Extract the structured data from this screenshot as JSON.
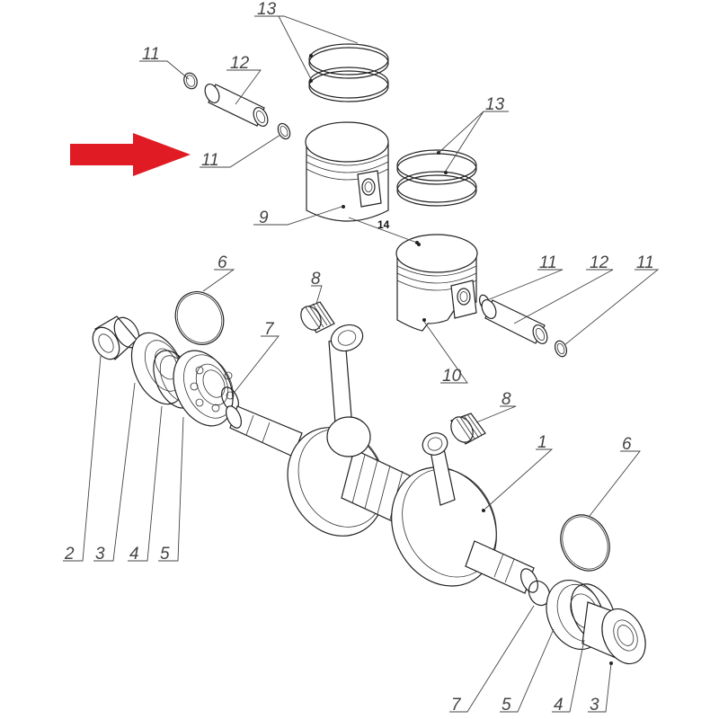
{
  "arrow_color": "#e01b24",
  "labels": {
    "ring_top": "13",
    "circlip_top": "11",
    "pin_top": "12",
    "circlip_arrow": "11",
    "piston_9": "9",
    "piston_link": "14",
    "ring_right": "13",
    "oring_left": "6",
    "bearing_8_top": "8",
    "seal_7_left": "7",
    "circlip_r1": "11",
    "pin_right": "12",
    "circlip_r2": "11",
    "piston_10": "10",
    "bearing_8_mid": "8",
    "crank_1": "1",
    "oring_right": "6",
    "sleeve_2": "2",
    "part_3_left": "3",
    "part_4_left": "4",
    "part_5_left": "5",
    "part_7_right": "7",
    "part_5_right": "5",
    "part_4_right": "4",
    "part_3_right": "3"
  }
}
